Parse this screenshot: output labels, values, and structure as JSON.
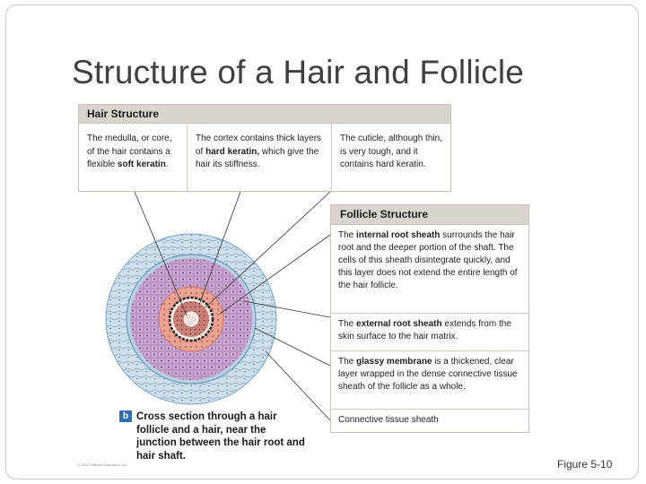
{
  "slide": {
    "title": "Structure of a Hair and Follicle",
    "figure_ref": "Figure 5-10",
    "copyright": "© 2012 Pearson Education, Inc."
  },
  "hair_structure": {
    "heading": "Hair Structure",
    "cells": [
      {
        "pre": "The medulla, or core, of the hair contains a flexible ",
        "bold": "soft keratin",
        "post": "."
      },
      {
        "pre": "The cortex contains thick layers of ",
        "bold": "hard keratin,",
        "post": " which give the hair its stiffness."
      },
      {
        "pre": "The cuticle, although thin, is very tough, and it contains hard keratin.",
        "bold": "",
        "post": ""
      }
    ]
  },
  "follicle_structure": {
    "heading": "Follicle Structure",
    "cells": [
      {
        "pre": "The ",
        "bold": "internal root sheath",
        "post": " surrounds the hair root and the deeper portion of the shaft. The cells of this sheath disintegrate quickly, and this layer does not extend the entire length of the hair follicle."
      },
      {
        "pre": "The ",
        "bold": "external root sheath",
        "post": " extends from the skin surface to the hair matrix."
      },
      {
        "pre": "The ",
        "bold": "glassy membrane",
        "post": " is a thickened, clear layer wrapped in the dense connective tissue sheath of the follicle as a whole."
      },
      {
        "pre": "Connective tissue sheath",
        "bold": "",
        "post": ""
      }
    ]
  },
  "caption": {
    "badge": "b",
    "text": "Cross section through a hair follicle and a hair, near the junction between the hair root and hair shaft."
  },
  "colors": {
    "connective_sheath": "#c9dcea",
    "glassy_membrane": "#8fb3cf",
    "external_sheath": "#c6a6cf",
    "internal_sheath": "#e49a86",
    "cuticle": "#3a2a2a",
    "cortex": "#c77f78",
    "medulla": "#f2e7e3",
    "table_header": "#d9d4cd",
    "badge": "#2f6fb1"
  }
}
